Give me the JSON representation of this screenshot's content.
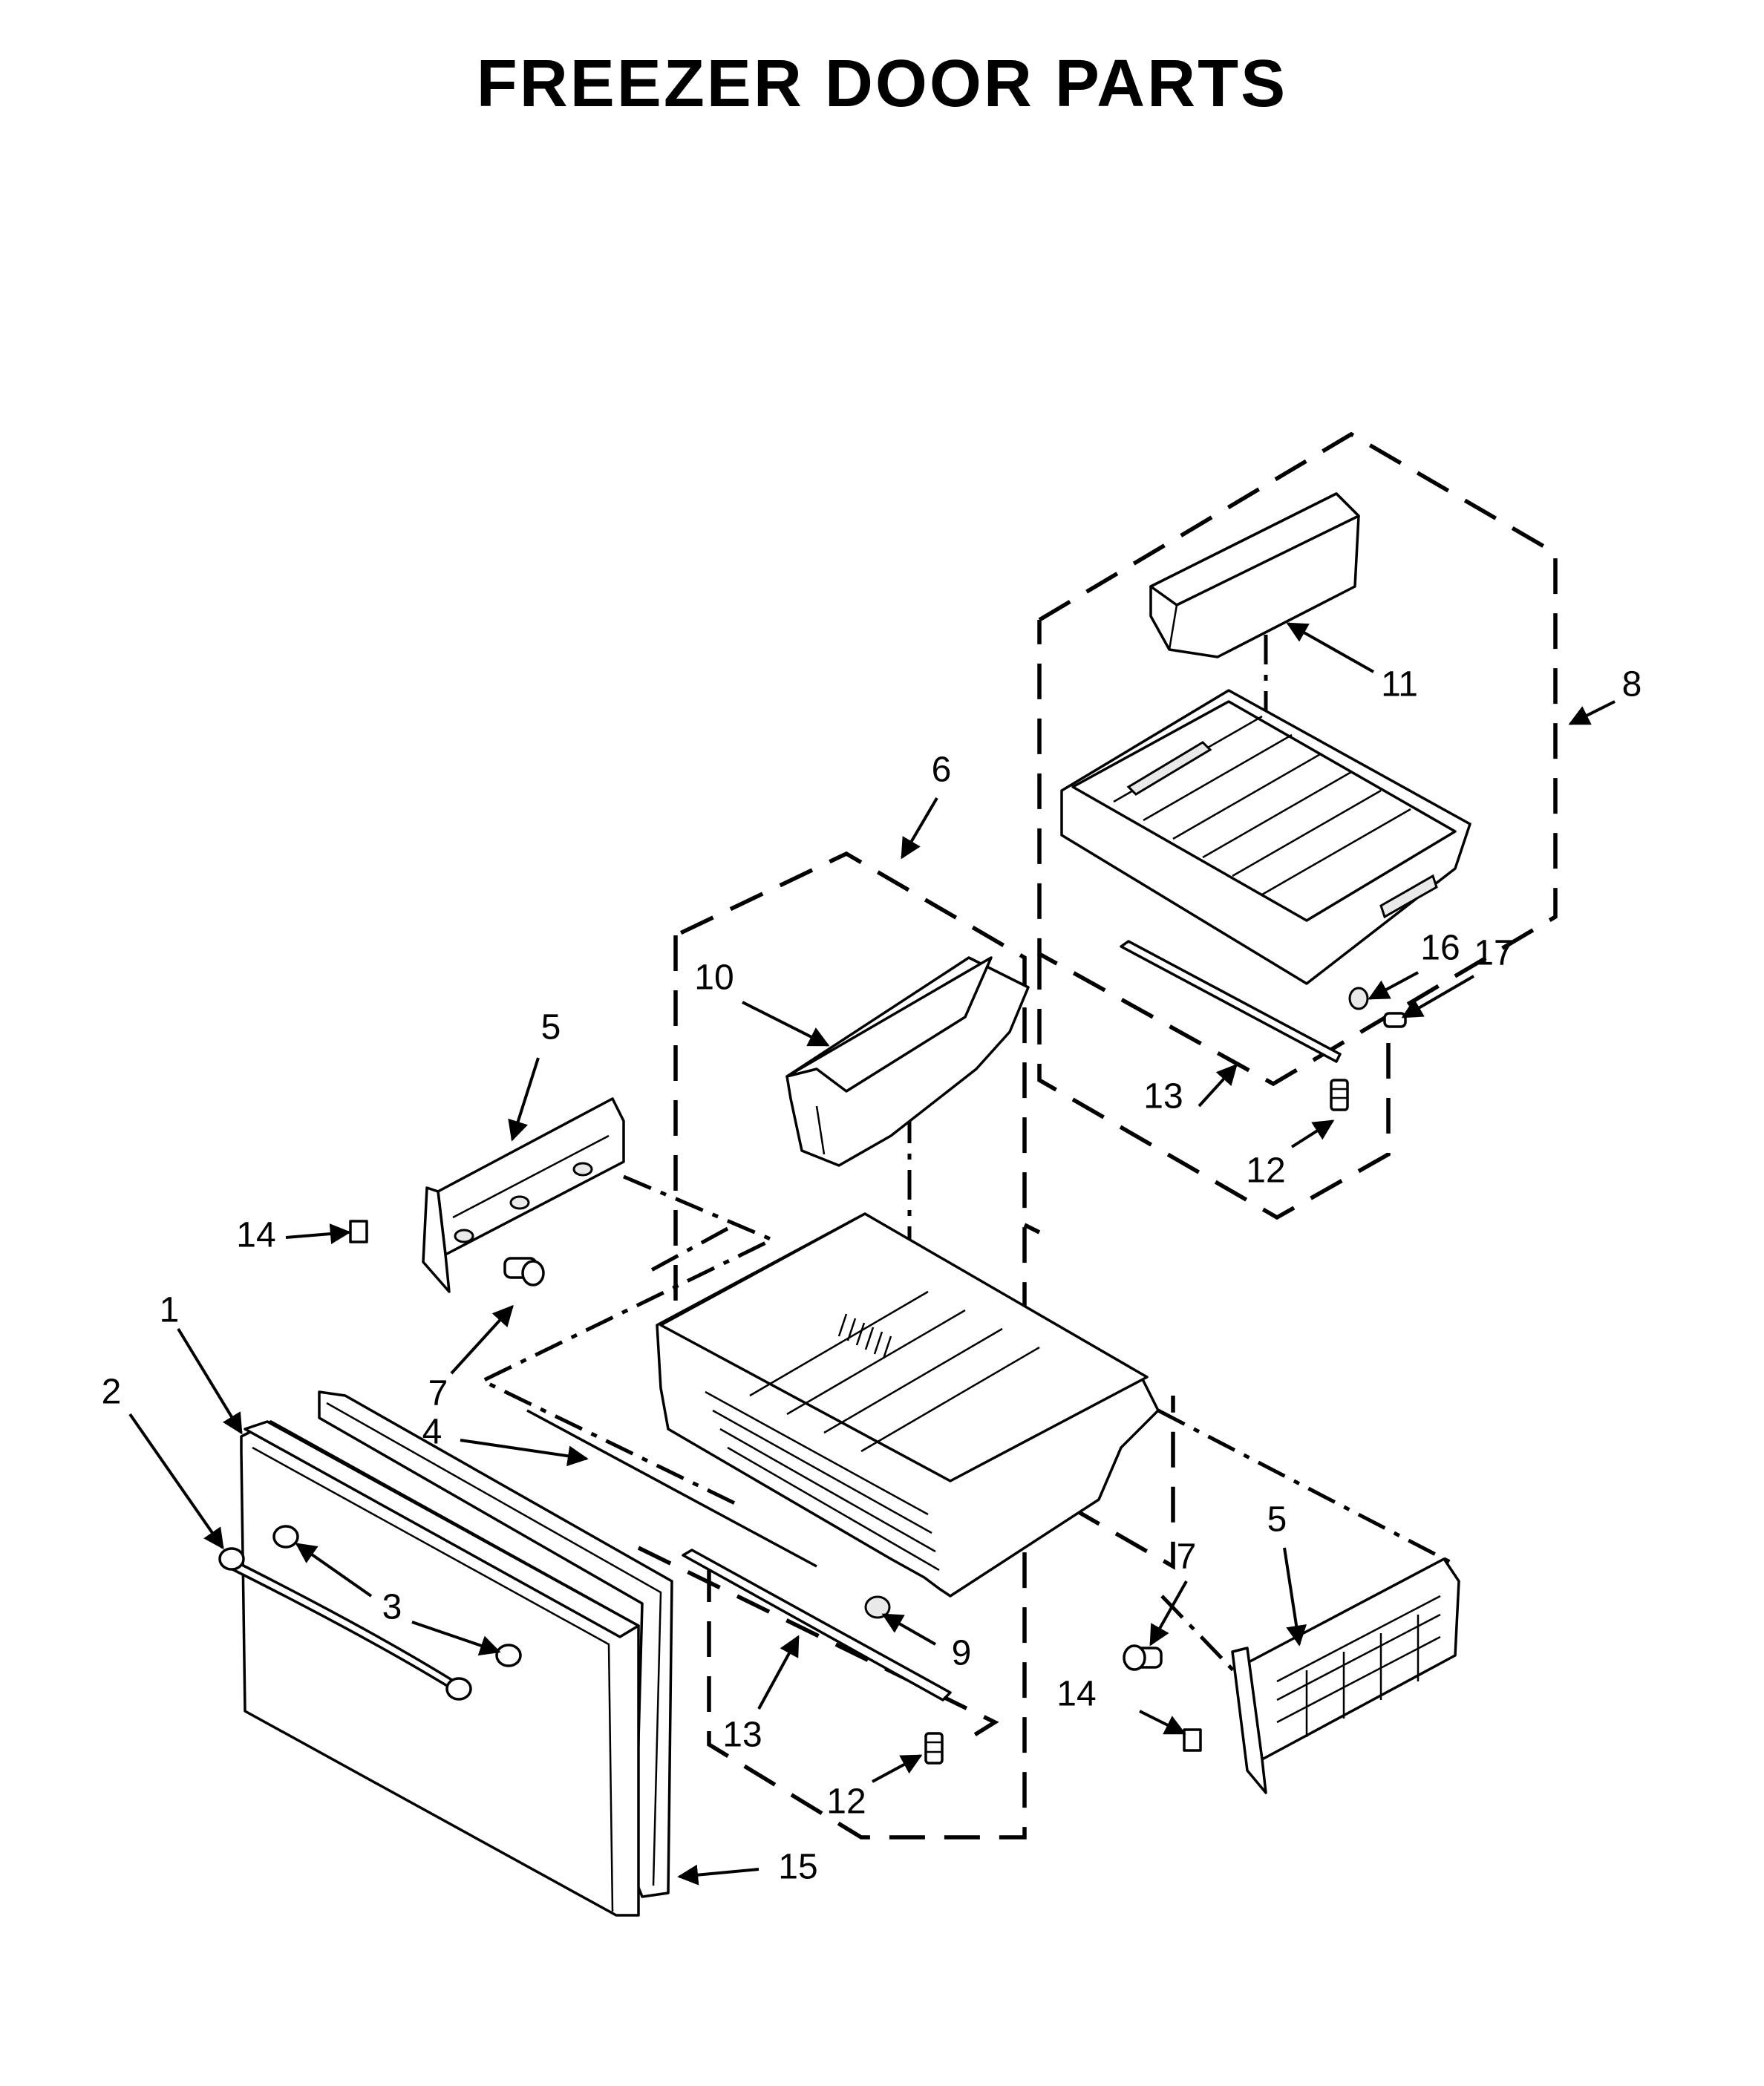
{
  "title": "FREEZER DOOR PARTS",
  "callouts": [
    {
      "id": "c1",
      "label": "1"
    },
    {
      "id": "c2",
      "label": "2"
    },
    {
      "id": "c3",
      "label": "3"
    },
    {
      "id": "c4",
      "label": "4"
    },
    {
      "id": "c5a",
      "label": "5"
    },
    {
      "id": "c5b",
      "label": "5"
    },
    {
      "id": "c6",
      "label": "6"
    },
    {
      "id": "c7a",
      "label": "7"
    },
    {
      "id": "c7b",
      "label": "7"
    },
    {
      "id": "c8",
      "label": "8"
    },
    {
      "id": "c9",
      "label": "9"
    },
    {
      "id": "c10",
      "label": "10"
    },
    {
      "id": "c11",
      "label": "11"
    },
    {
      "id": "c12a",
      "label": "12"
    },
    {
      "id": "c12b",
      "label": "12"
    },
    {
      "id": "c13a",
      "label": "13"
    },
    {
      "id": "c13b",
      "label": "13"
    },
    {
      "id": "c14a",
      "label": "14"
    },
    {
      "id": "c14b",
      "label": "14"
    },
    {
      "id": "c15",
      "label": "15"
    },
    {
      "id": "c16",
      "label": "16"
    },
    {
      "id": "c17",
      "label": "17"
    }
  ]
}
